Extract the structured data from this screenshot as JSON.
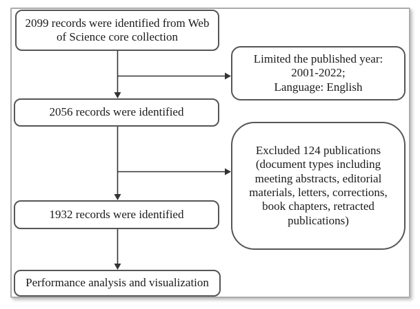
{
  "boxes": {
    "records_2099": "2099 records were identified from Web\nof Science core collection",
    "limit_criteria": "Limited the published year:\n2001-2022;\nLanguage: English",
    "records_2056": "2056 records were identified",
    "excluded": "Excluded 124 publications\n(document types including\nmeeting abstracts, editorial\nmaterials, letters, corrections,\nbook chapters, retracted\npublications)",
    "records_1932": "1932 records were identified",
    "final_step": "Performance analysis and visualization"
  },
  "colors": {
    "box_border": "#555555",
    "frame_border": "#ababab",
    "arrow": "#333333",
    "text": "#1a1a1a",
    "background": "#ffffff"
  }
}
